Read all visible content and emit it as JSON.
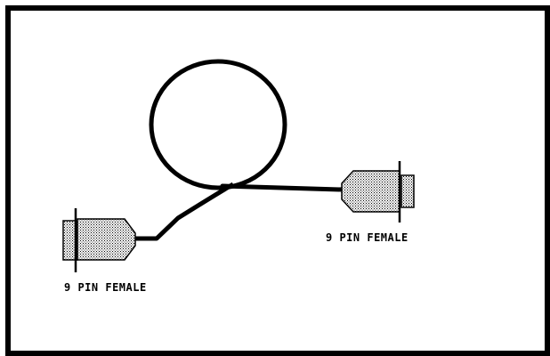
{
  "diagram": {
    "connector_left_label": "9 PIN FEMALE",
    "connector_right_label": "9 PIN FEMALE",
    "colors": {
      "frame": "#000000",
      "cable": "#000000",
      "connector_fill_pattern": "stipple"
    }
  }
}
